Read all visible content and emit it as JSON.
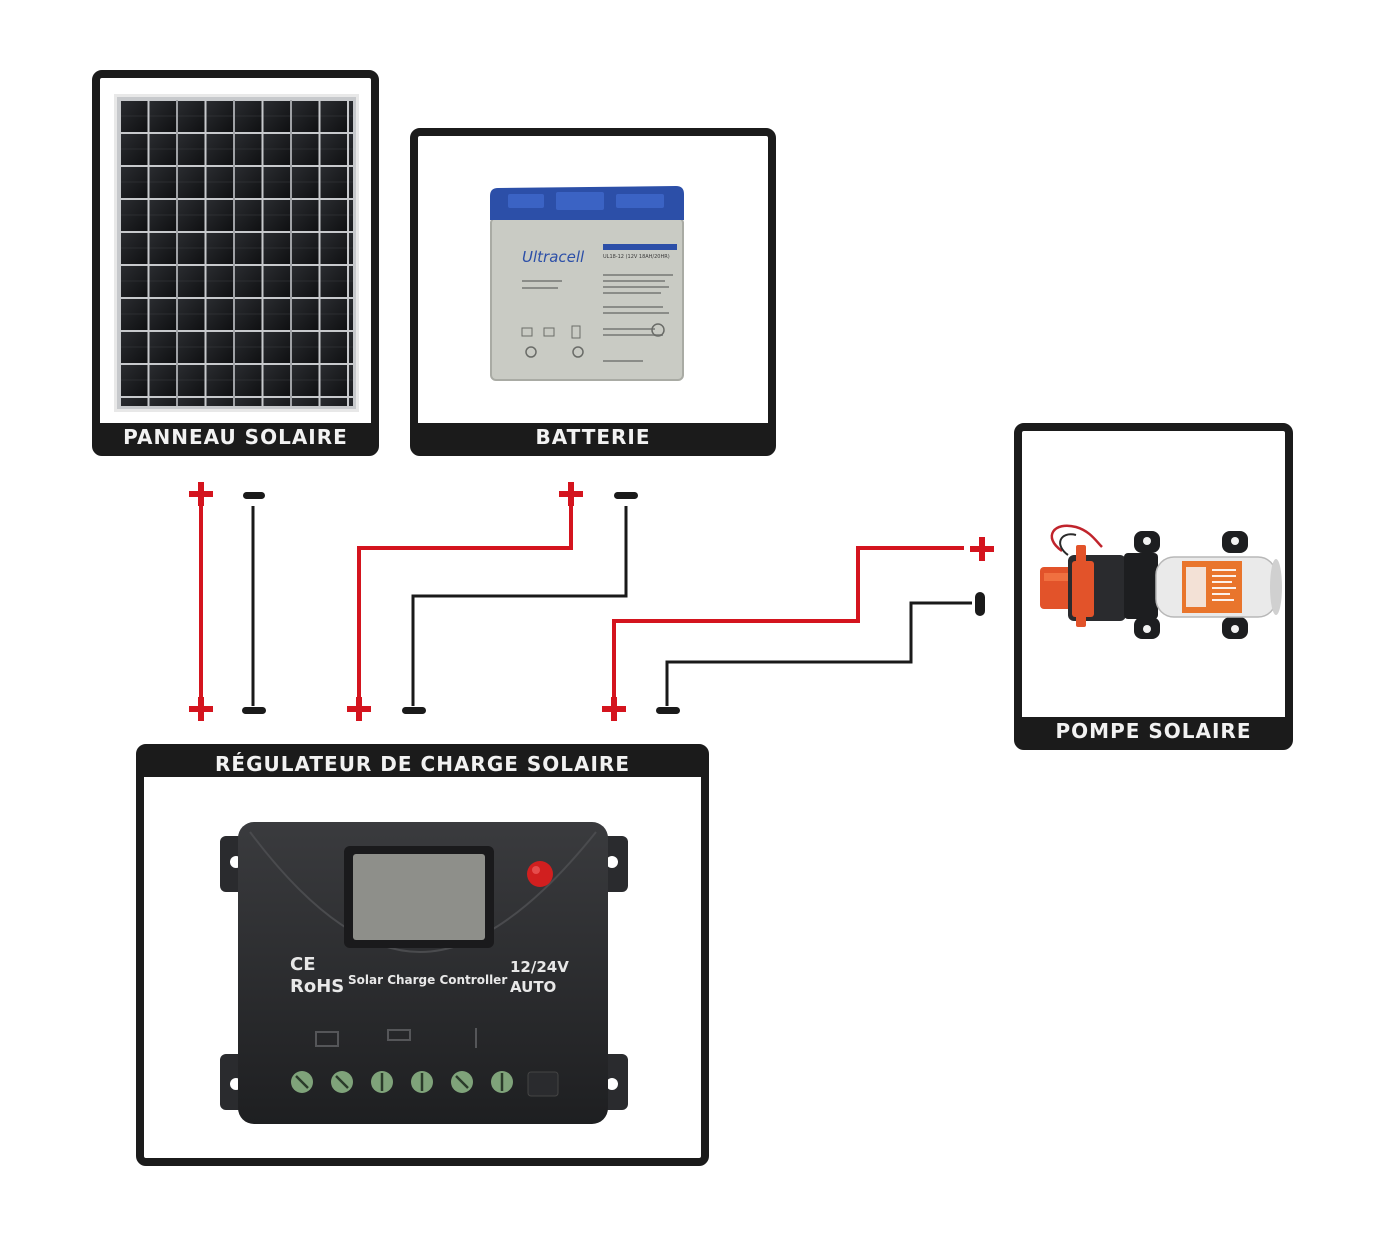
{
  "components": {
    "panel": {
      "label": "PANNEAU SOLAIRE"
    },
    "battery": {
      "label": "BATTERIE",
      "brand": "Ultracell",
      "model": "UL18-12 (12V 18AH/20HR)"
    },
    "pump": {
      "label": "POMPE SOLAIRE"
    },
    "controller": {
      "label": "RÉGULATEUR DE CHARGE SOLAIRE",
      "brand_left_1": "CE",
      "brand_left_2": "RoHS",
      "model_text": "Solar Charge Controller",
      "voltage": "12/24V",
      "mode": "AUTO"
    }
  },
  "colors": {
    "positive": "#d4141e",
    "negative": "#1a1a1a",
    "frame": "#1b1b1b"
  }
}
